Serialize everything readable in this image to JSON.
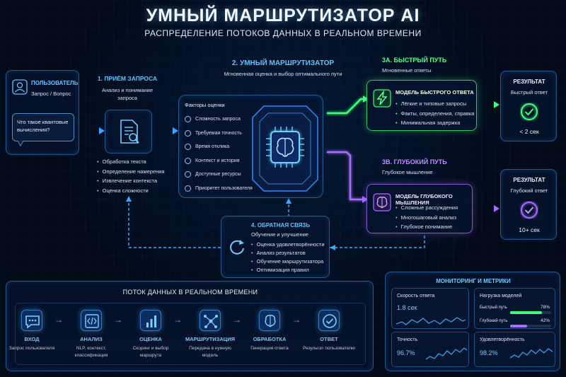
{
  "header": {
    "title": "УМНЫЙ МАРШРУТИЗАТОР AI",
    "subtitle": "РАСПРЕДЕЛЕНИЕ ПОТОКОВ ДАННЫХ В РЕАЛЬНОМ ВРЕМЕНИ"
  },
  "user": {
    "title": "ПОЛЬЗОВАТЕЛЬ",
    "subtitle": "Запрос / Вопрос",
    "question": "Что такое квантовые вычисления?"
  },
  "intake": {
    "title": "1. ПРИЁМ ЗАПРОСА",
    "subtitle": "Анализ и понимание запроса",
    "items": [
      "Обработка текста",
      "Определение намерения",
      "Извлечение контекста",
      "Оценка сложности"
    ]
  },
  "router": {
    "title": "2. УМНЫЙ МАРШРУТИЗАТОР",
    "subtitle": "Мгновенная оценка и выбор оптимального пути"
  },
  "factors": {
    "title": "Факторы оценки",
    "items": [
      "Сложность запроса",
      "Требуемая точность",
      "Время отклика",
      "Контекст и история",
      "Доступные ресурсы",
      "Приоритет пользователя"
    ]
  },
  "fast": {
    "title": "3А. БЫСТРЫЙ ПУТЬ",
    "subtitle": "Мгновенные ответы",
    "model_title": "МОДЕЛЬ БЫСТРОГО ОТВЕТА",
    "items": [
      "Лёгкие и типовые запросы",
      "Факты, определения, справка",
      "Минимальная задержка"
    ]
  },
  "deep": {
    "title": "3В. ГЛУБОКИЙ ПУТЬ",
    "subtitle": "Глубокое мышление",
    "model_title": "МОДЕЛЬ ГЛУБОКОГО МЫШЛЕНИЯ",
    "items": [
      "Сложные рассуждения",
      "Многошаговый анализ",
      "Глубокое понимание"
    ]
  },
  "result_fast": {
    "title": "РЕЗУЛЬТАТ",
    "subtitle": "Быстрый ответ",
    "time": "< 2 сек"
  },
  "result_deep": {
    "title": "РЕЗУЛЬТАТ",
    "subtitle": "Глубокий ответ",
    "time": "10+ сек"
  },
  "feedback": {
    "title": "4. ОБРАТНАЯ СВЯЗЬ",
    "subtitle": "Обучение и улучшение",
    "items": [
      "Оценка удовлетворённости",
      "Анализ результатов",
      "Обучение маршрутизатора",
      "Оптимизация правил"
    ]
  },
  "flow": {
    "title": "ПОТОК ДАННЫХ В РЕАЛЬНОМ ВРЕМЕНИ",
    "steps": [
      {
        "label": "ВХОД",
        "desc": "Запрос пользователя",
        "icon": "chat-icon"
      },
      {
        "label": "АНАЛИЗ",
        "desc": "NLP, контекст, классификация",
        "icon": "code-icon"
      },
      {
        "label": "ОЦЕНКА",
        "desc": "Скоринг и выбор маршрута",
        "icon": "bar-chart-icon"
      },
      {
        "label": "МАРШРУТИЗАЦИЯ",
        "desc": "Передача в нужную модель",
        "icon": "network-icon"
      },
      {
        "label": "ОБРАБОТКА",
        "desc": "Генерация ответа",
        "icon": "brain-icon"
      },
      {
        "label": "ОТВЕТ",
        "desc": "Результат пользователю",
        "icon": "check-icon"
      }
    ]
  },
  "monitoring": {
    "title": "МОНИТОРИНГ И МЕТРИКИ",
    "speed": {
      "label": "Скорость ответа",
      "value": "1.8 сек"
    },
    "load": {
      "label": "Нагрузка моделей",
      "fast_label": "Быстрый путь",
      "fast_value": "78%",
      "fast_fraction": 0.78,
      "deep_label": "Глубокий путь",
      "deep_value": "42%",
      "deep_fraction": 0.42
    },
    "accuracy": {
      "label": "Точность",
      "value": "96.7%"
    },
    "satisfaction": {
      "label": "Удовлетворённость",
      "value": "98.2%"
    }
  },
  "colors": {
    "blue": "#3aa8ff",
    "green": "#3dff7a",
    "purple": "#a86bff"
  }
}
